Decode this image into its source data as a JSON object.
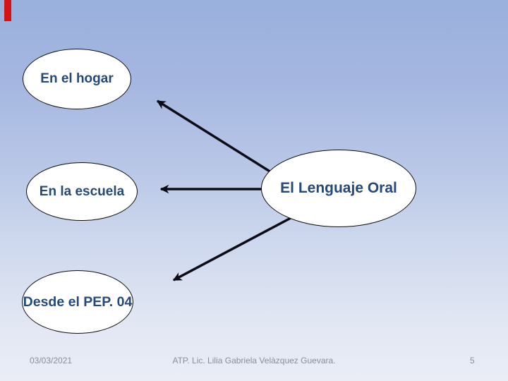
{
  "slide": {
    "accent_bar_color": "#d31414",
    "background_top_color": "#9ab0dd",
    "background_bottom_color": "#eaedf6",
    "node_text_color": "#24497a"
  },
  "diagram": {
    "center_node": {
      "label": "El Lenguaje Oral"
    },
    "nodes": [
      {
        "label": "En el hogar"
      },
      {
        "label": "En la escuela"
      },
      {
        "label": "Desde el PEP. 04"
      }
    ],
    "connections": [
      {
        "from": "El Lenguaje Oral",
        "to": "En el hogar"
      },
      {
        "from": "El Lenguaje Oral",
        "to": "En la escuela"
      },
      {
        "from": "El Lenguaje Oral",
        "to": "Desde el PEP. 04"
      }
    ]
  },
  "footer": {
    "date": "03/03/2021",
    "credit": "ATP. Lic. Lilia Gabriela Velàzquez Guevara.",
    "page_number": "5"
  }
}
